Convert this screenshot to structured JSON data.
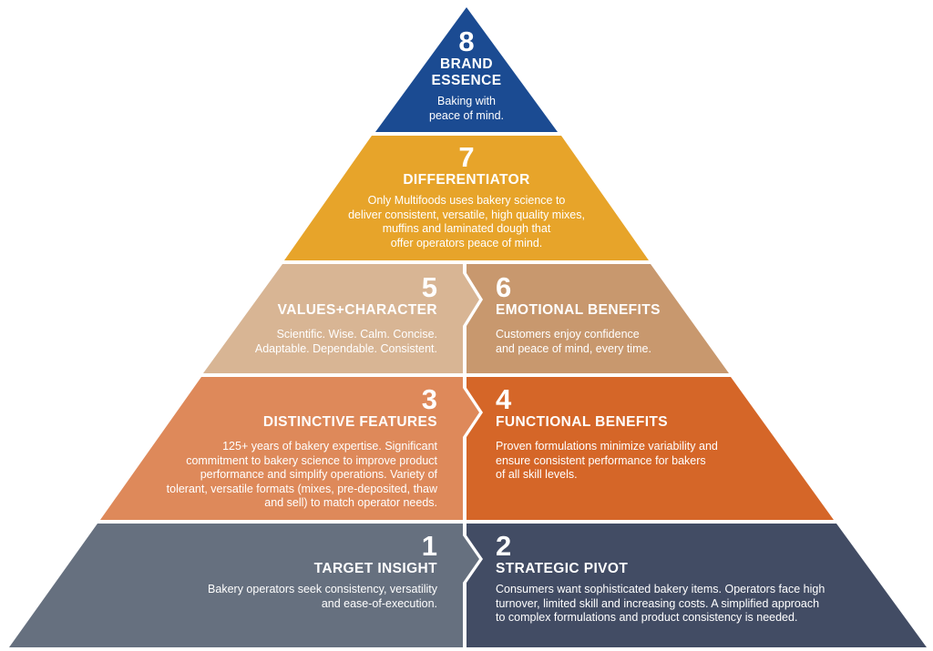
{
  "colors": {
    "tier8": "#1b4b92",
    "tier7": "#e7a42a",
    "tier5": "#d8b594",
    "tier6": "#c8986e",
    "tier3": "#de895a",
    "tier4": "#d56628",
    "tier1": "#66707f",
    "tier2": "#424c64",
    "separator": "#ffffff",
    "text": "#ffffff"
  },
  "tiers": {
    "t8": {
      "number": "8",
      "title_line1": "BRAND",
      "title_line2": "ESSENCE",
      "desc_line1": "Baking with",
      "desc_line2": "peace of mind."
    },
    "t7": {
      "number": "7",
      "title": "DIFFERENTIATOR",
      "desc_line1": "Only Multifoods uses bakery science to",
      "desc_line2": "deliver consistent, versatile, high quality mixes,",
      "desc_line3": "muffins and laminated dough that",
      "desc_line4": "offer operators peace of mind."
    },
    "t5": {
      "number": "5",
      "title": "VALUES+CHARACTER",
      "desc_line1": "Scientific. Wise. Calm. Concise.",
      "desc_line2": "Adaptable. Dependable. Consistent."
    },
    "t6": {
      "number": "6",
      "title": "EMOTIONAL BENEFITS",
      "desc_line1": "Customers enjoy confidence",
      "desc_line2": "and peace of mind, every time."
    },
    "t3": {
      "number": "3",
      "title": "DISTINCTIVE FEATURES",
      "desc_line1": "125+ years of bakery expertise. Significant",
      "desc_line2": "commitment to bakery science to improve product",
      "desc_line3": "performance and simplify operations. Variety of",
      "desc_line4": "tolerant, versatile formats (mixes, pre-deposited, thaw",
      "desc_line5": "and sell) to match operator needs."
    },
    "t4": {
      "number": "4",
      "title": "FUNCTIONAL BENEFITS",
      "desc_line1": "Proven formulations minimize variability and",
      "desc_line2": "ensure consistent performance for bakers",
      "desc_line3": "of all skill levels."
    },
    "t1": {
      "number": "1",
      "title": "TARGET INSIGHT",
      "desc_line1": "Bakery operators seek consistency, versatility",
      "desc_line2": "and ease-of-execution."
    },
    "t2": {
      "number": "2",
      "title": "STRATEGIC PIVOT",
      "desc_line1": "Consumers want sophisticated bakery items. Operators face high",
      "desc_line2": "turnover, limited skill and increasing costs. A simplified approach",
      "desc_line3": "to complex formulations and product consistency is needed."
    }
  }
}
